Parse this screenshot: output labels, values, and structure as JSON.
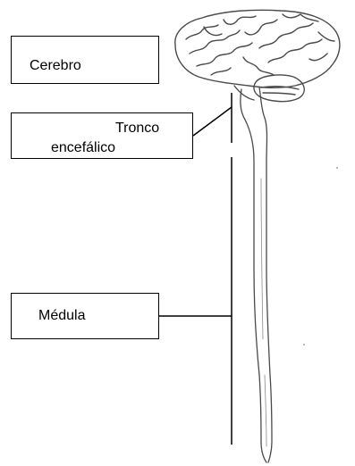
{
  "labels": {
    "cerebro": "Cerebro",
    "tronco_line1": "Tronco",
    "tronco_line2": "encefálico",
    "medula": "Médula"
  },
  "colors": {
    "ink": "#000000",
    "sketch": "#4a4a4a",
    "paper": "#ffffff"
  }
}
